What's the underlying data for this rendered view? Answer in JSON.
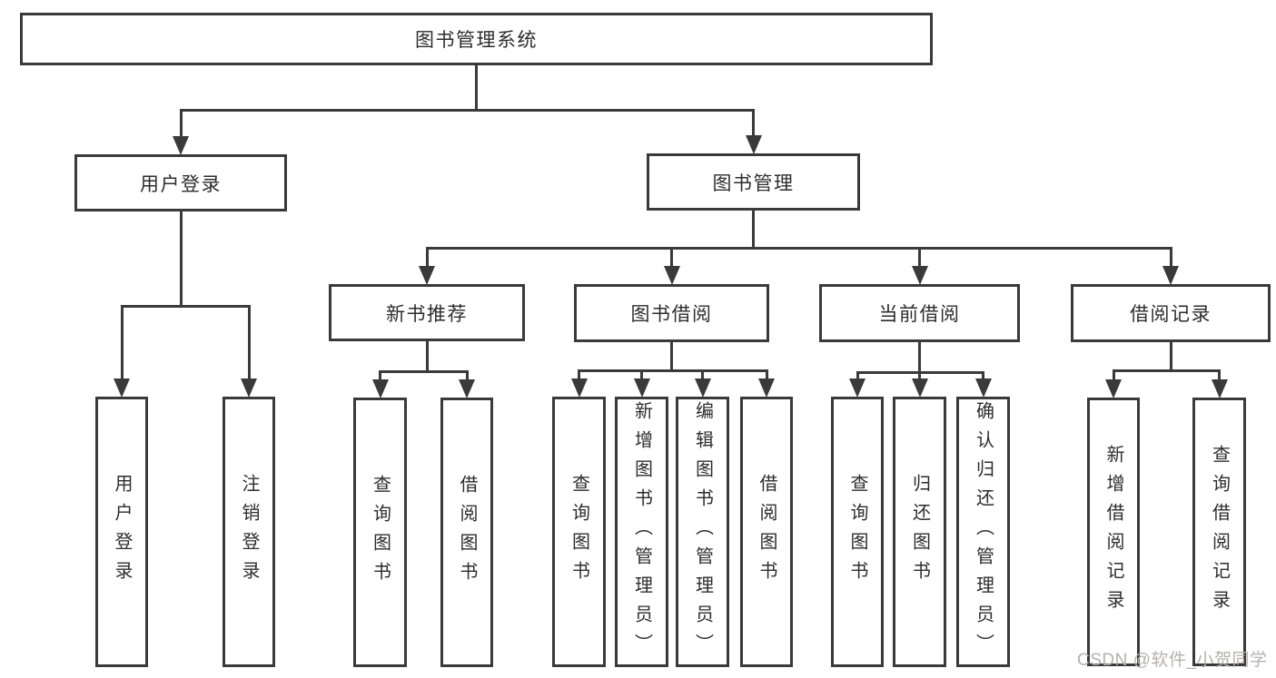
{
  "diagram": {
    "title": "图书管理系统",
    "watermark": "CSDN @软件_小贺同学",
    "colors": {
      "line": "#3a3a3a",
      "text": "#2d2d2d",
      "background": "#ffffff",
      "watermark": "#b6b0af"
    },
    "nodes": {
      "root": {
        "label": "图书管理系统"
      },
      "user-login": {
        "label": "用户登录"
      },
      "book-mgmt": {
        "label": "图书管理"
      },
      "new-book-rec": {
        "label": "新书推荐"
      },
      "book-borrow": {
        "label": "图书借阅"
      },
      "current-borrow": {
        "label": "当前借阅"
      },
      "borrow-records": {
        "label": "借阅记录"
      },
      "login": {
        "label": "用户登录"
      },
      "logout": {
        "label": "注销登录"
      },
      "nb-query": {
        "label": "查询图书"
      },
      "nb-borrow": {
        "label": "借阅图书"
      },
      "bb-query": {
        "label": "查询图书"
      },
      "bb-add": {
        "label": "新增图书（管理员）"
      },
      "bb-edit": {
        "label": "编辑图书（管理员）"
      },
      "bb-borrow": {
        "label": "借阅图书"
      },
      "cb-query": {
        "label": "查询图书"
      },
      "cb-return": {
        "label": "归还图书"
      },
      "cb-confirm": {
        "label": "确认归还（管理员）"
      },
      "br-add": {
        "label": "新增借阅记录"
      },
      "br-query": {
        "label": "查询借阅记录"
      }
    },
    "edges": [
      {
        "from": "root",
        "to": [
          "user-login",
          "book-mgmt"
        ]
      },
      {
        "from": "user-login",
        "to": [
          "login",
          "logout"
        ]
      },
      {
        "from": "book-mgmt",
        "to": [
          "new-book-rec",
          "book-borrow",
          "current-borrow",
          "borrow-records"
        ]
      },
      {
        "from": "new-book-rec",
        "to": [
          "nb-query",
          "nb-borrow"
        ]
      },
      {
        "from": "book-borrow",
        "to": [
          "bb-query",
          "bb-add",
          "bb-edit",
          "bb-borrow"
        ]
      },
      {
        "from": "current-borrow",
        "to": [
          "cb-query",
          "cb-return",
          "cb-confirm"
        ]
      },
      {
        "from": "borrow-records",
        "to": [
          "br-add",
          "br-query"
        ]
      }
    ]
  }
}
